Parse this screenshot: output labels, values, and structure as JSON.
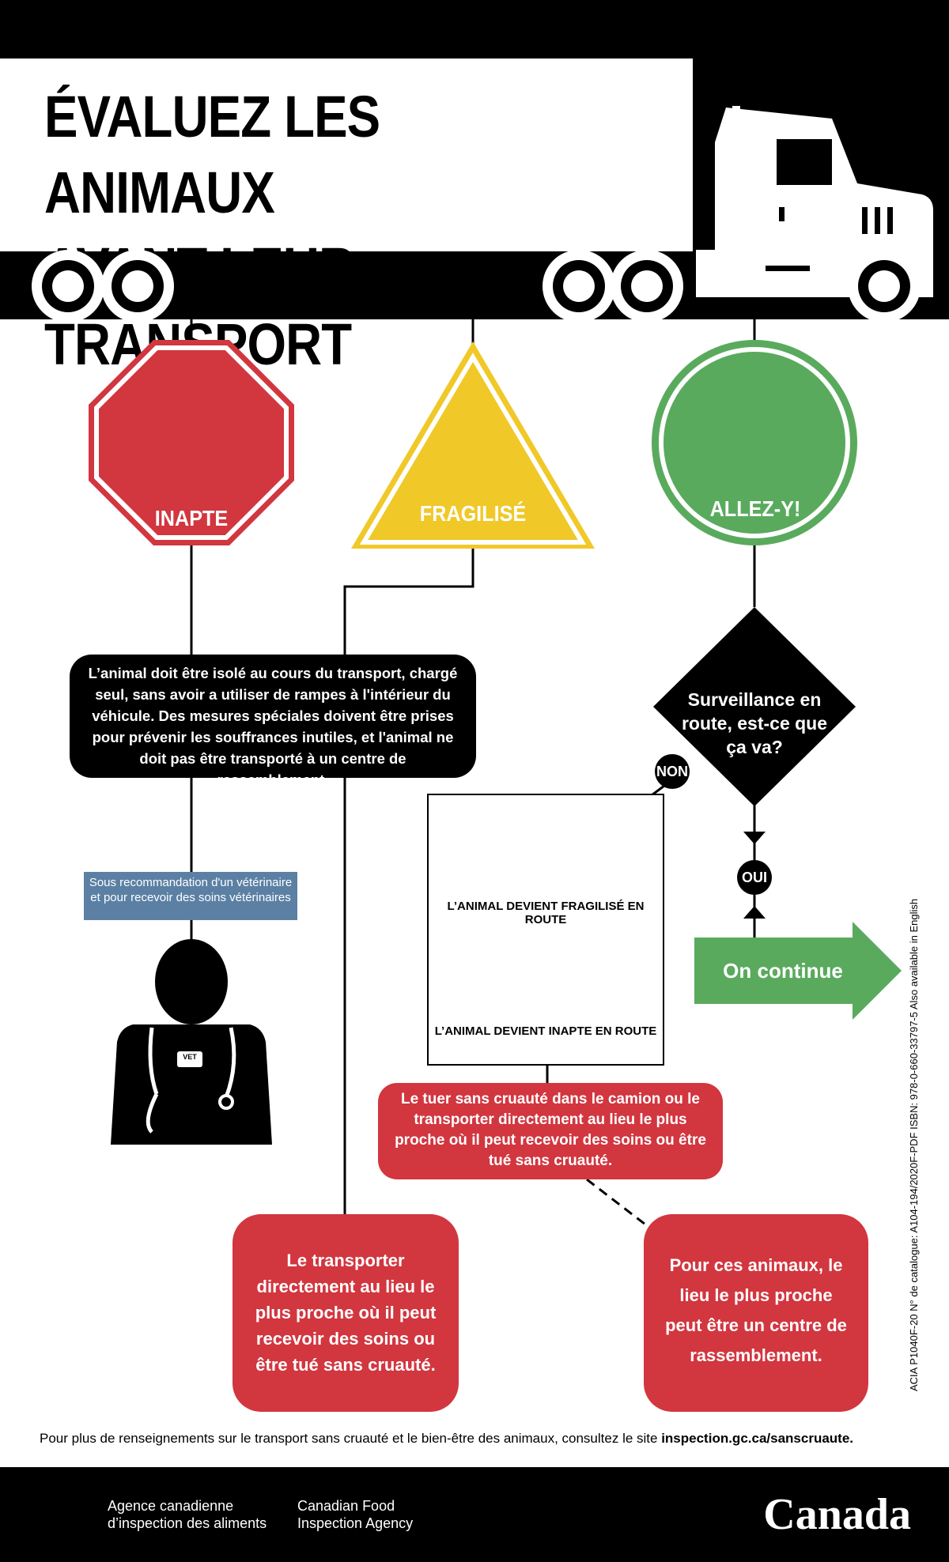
{
  "header": {
    "title_line1": "ÉVALUEZ LES ANIMAUX",
    "title_line2": "AVANT LEUR TRANSPORT"
  },
  "colors": {
    "red": "#d2363f",
    "yellow": "#f0c828",
    "green": "#5aaa5e",
    "blue_note": "#5b80a4",
    "black": "#000000"
  },
  "signs": {
    "unfit_label": "INAPTE",
    "compromised_label": "FRAGILISÉ",
    "go_label": "ALLEZ-Y!"
  },
  "unfit_box": {
    "text": "L’animal doit être isolé au cours du transport, chargé seul, sans avoir a utiliser de rampes à l'intérieur du véhicule. Des mesures spéciales doivent être prises pour prévenir les souffrances inutiles, et l'animal ne doit pas être transporté à un centre de rassemblement."
  },
  "decision": {
    "question": "Surveillance en route, est-ce que ça va?",
    "no_label": "NON",
    "yes_label": "OUI",
    "continue_label": "On continue"
  },
  "vet": {
    "note": "Sous recommandation d'un vétérinaire et pour recevoir des soins vétérinaires",
    "badge": "VET"
  },
  "transport_box": {
    "caption_compromised": "L’ANIMAL DEVIENT FRAGILISÉ EN ROUTE",
    "caption_unfit": "L’ANIMAL DEVIENT INAPTE EN ROUTE"
  },
  "actions": {
    "humane_kill": "Le tuer sans cruauté dans le camion ou le transporter directement au lieu le plus proche où il peut recevoir des soins ou être tué sans cruauté.",
    "compromised_action": "Le transporter directement au lieu le plus proche où il peut recevoir des soins ou être tué sans cruauté.",
    "assembly_note": "Pour ces animaux, le lieu le plus proche peut être un centre de rassemblement."
  },
  "info": {
    "text": "Pour plus de renseignements sur le transport sans cruauté et le bien-être des animaux, consultez le site ",
    "link": "inspection.gc.ca/sanscruaute."
  },
  "footer": {
    "agency_fr_line1": "Agence canadienne",
    "agency_fr_line2": "d’inspection des aliments",
    "agency_en_line1": "Canadian Food",
    "agency_en_line2": "Inspection Agency",
    "wordmark": "Canada"
  },
  "side_note": "ACIA P1040F-20  N° de catalogue: A104-194/2020F-PDF  ISBN: 978-0-660-33797-5  Also available in English"
}
